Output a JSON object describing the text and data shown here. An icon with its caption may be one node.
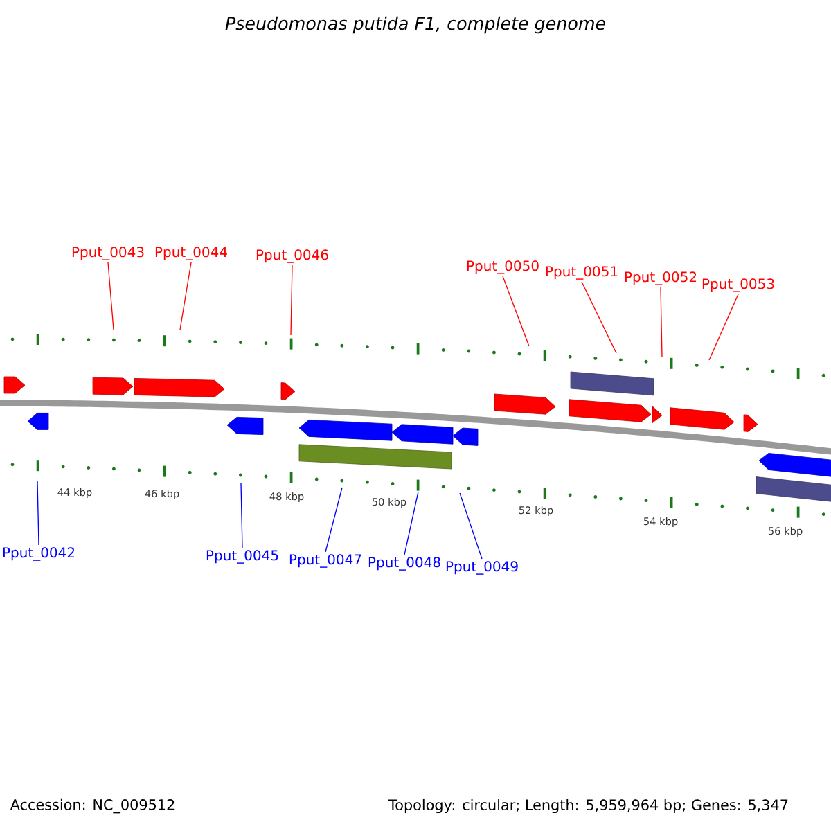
{
  "diagram": {
    "title": "Pseudomonas putida F1, complete genome",
    "nodes": [
      {
        "text": [
          "Pput_0043"
        ]
      },
      {
        "text": [
          "Pput_0044"
        ]
      },
      {
        "text": [
          "Pput_0046"
        ]
      },
      {
        "text": [
          "Pput_0050"
        ]
      },
      {
        "text": [
          "Pput_0051"
        ]
      },
      {
        "text": [
          "Pput_0052"
        ]
      },
      {
        "text": [
          "Pput_0053"
        ]
      },
      {
        "text": [
          "Pput_0042"
        ]
      },
      {
        "text": [
          "Pput_0045"
        ]
      },
      {
        "text": [
          "Pput_0047"
        ]
      },
      {
        "text": [
          "Pput_0048"
        ]
      },
      {
        "text": [
          "Pput_0049"
        ]
      }
    ],
    "edges": [
      {
        "from": 0,
        "to": null,
        "arrow": "none"
      },
      {
        "from": 1,
        "to": null,
        "arrow": "none"
      },
      {
        "from": 2,
        "to": null,
        "arrow": "none"
      },
      {
        "from": 3,
        "to": null,
        "arrow": "none"
      },
      {
        "from": 4,
        "to": null,
        "arrow": "none"
      },
      {
        "from": 5,
        "to": null,
        "arrow": "none"
      },
      {
        "from": 6,
        "to": null,
        "arrow": "none"
      },
      {
        "from": 7,
        "to": null,
        "arrow": "none",
        "color": "#0000ff"
      },
      {
        "from": 8,
        "to": null,
        "arrow": "none",
        "color": "#0000ff"
      },
      {
        "from": 9,
        "to": null,
        "arrow": "none",
        "color": "#0000ff"
      },
      {
        "from": 10,
        "to": null,
        "arrow": "none",
        "color": "#0000ff"
      },
      {
        "from": 11,
        "to": null,
        "arrow": "none",
        "color": "#0000ff"
      }
    ],
    "labels": [
      "44 kbp",
      "46 kbp",
      "48 kbp",
      "50 kbp",
      "52 kbp",
      "54 kbp",
      "56 kbp",
      "Accession: NC_009512",
      "Topology: circular; Length: 5,959,964 bp; Genes: 5,347"
    ]
  }
}
